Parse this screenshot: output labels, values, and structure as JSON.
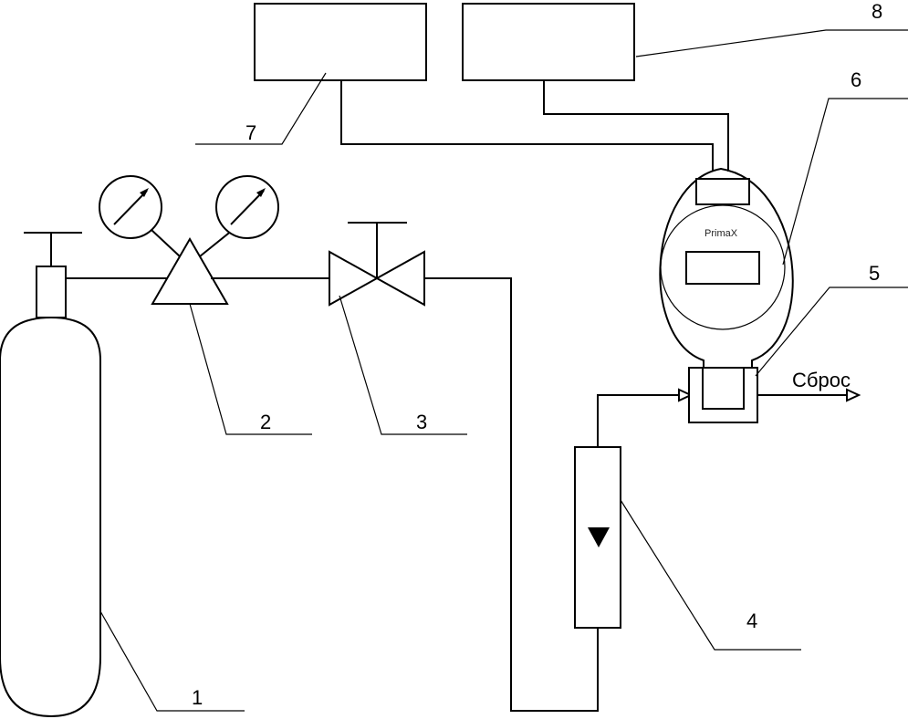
{
  "diagram": {
    "labels": {
      "cylinder": "1",
      "reducer": "2",
      "valve": "3",
      "rotameter": "4",
      "flow_cell": "5",
      "gas_detector": "6",
      "block_7": "7",
      "block_8": "8"
    },
    "outlet_label": "Сброс",
    "detector_brand": "PrimaX"
  }
}
